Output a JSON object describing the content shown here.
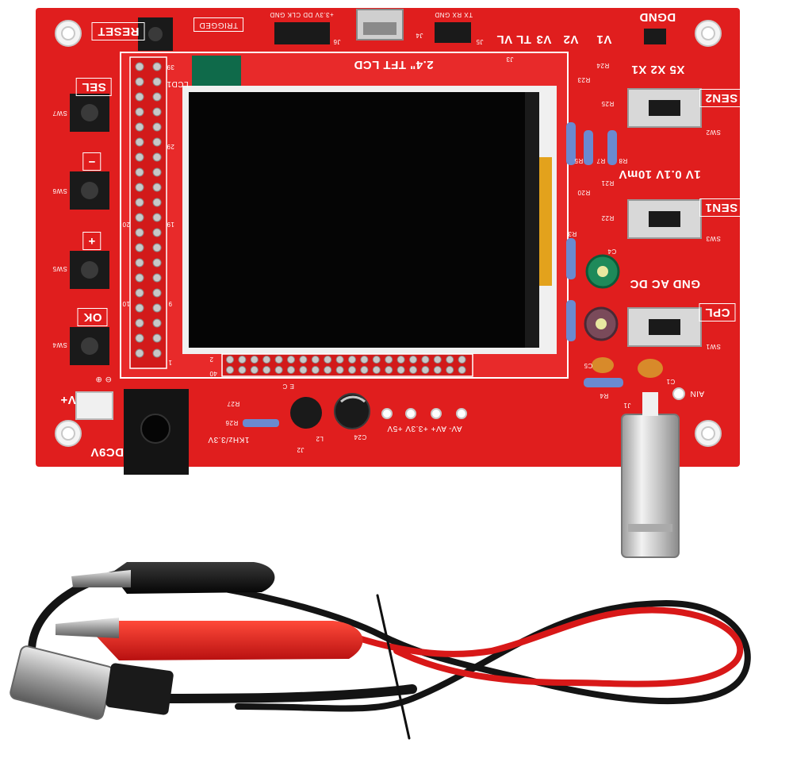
{
  "board": {
    "colors": {
      "pcb": "#e01e1e",
      "silkscreen": "#ffffff",
      "lcd_screen": "#050505",
      "cable_red": "#d81818",
      "cable_black": "#141414",
      "bnc_metal": "#cfcfcf"
    },
    "labels": {
      "reset": "RESET",
      "trigged": "TRIGGED",
      "dgnd": "DGND",
      "lcd_title": "2.4\" TFT LCD",
      "lcd_ref": "LCD1",
      "j6_header": "+3.3V DD CLK GND",
      "j6_ref": "J6",
      "j5_header": "TX RX GND",
      "j5_ref": "J5",
      "j4_ref": "J4",
      "j3_ref": "J3",
      "tl_vl": "TL VL",
      "v1": "V1",
      "v2": "V2",
      "v3": "V3",
      "sel_button": "SEL",
      "minus_button": "−",
      "plus_button": "+",
      "ok_button": "OK",
      "sw7": "SW7",
      "sw6": "SW6",
      "sw5": "SW5",
      "sw4": "SW4",
      "sen2": "SEN2",
      "sen2_options": "X5 X2 X1",
      "sen1": "SEN1",
      "sen1_options": "1V 0.1V 10mV",
      "cpl": "CPL",
      "cpl_options": "GND AC DC",
      "sw1": "SW1",
      "sw2": "SW2",
      "sw3": "SW3",
      "ain": "AIN",
      "dc9v": "DC9V",
      "v_plus": "V+",
      "polarity": "⊖ ⊕",
      "freq_test": "1KHz/3.3V",
      "power_rails": "AV- AV+ +3.3V +5V",
      "c24": "C24",
      "l2": "L2",
      "j2": "J2",
      "j1": "J1",
      "r24": "R24",
      "r25": "R25",
      "r22": "R22",
      "r23": "R23",
      "r20": "R20",
      "r21": "R21",
      "r3": "R3",
      "r4": "R4",
      "r5": "R5",
      "r7": "R7",
      "r8": "R8",
      "c1": "C1",
      "c4": "C4",
      "c5": "C5",
      "r26": "R26",
      "r27": "R27",
      "pin_39": "39",
      "pin_29": "29",
      "pin_20": "20",
      "pin_19": "19",
      "pin_10": "10",
      "pin_9": "9",
      "pin_1": "1",
      "pin_40": "40",
      "pin_2": "2",
      "pcb_ref": "E  C"
    }
  },
  "probe": {
    "description_free": true
  }
}
